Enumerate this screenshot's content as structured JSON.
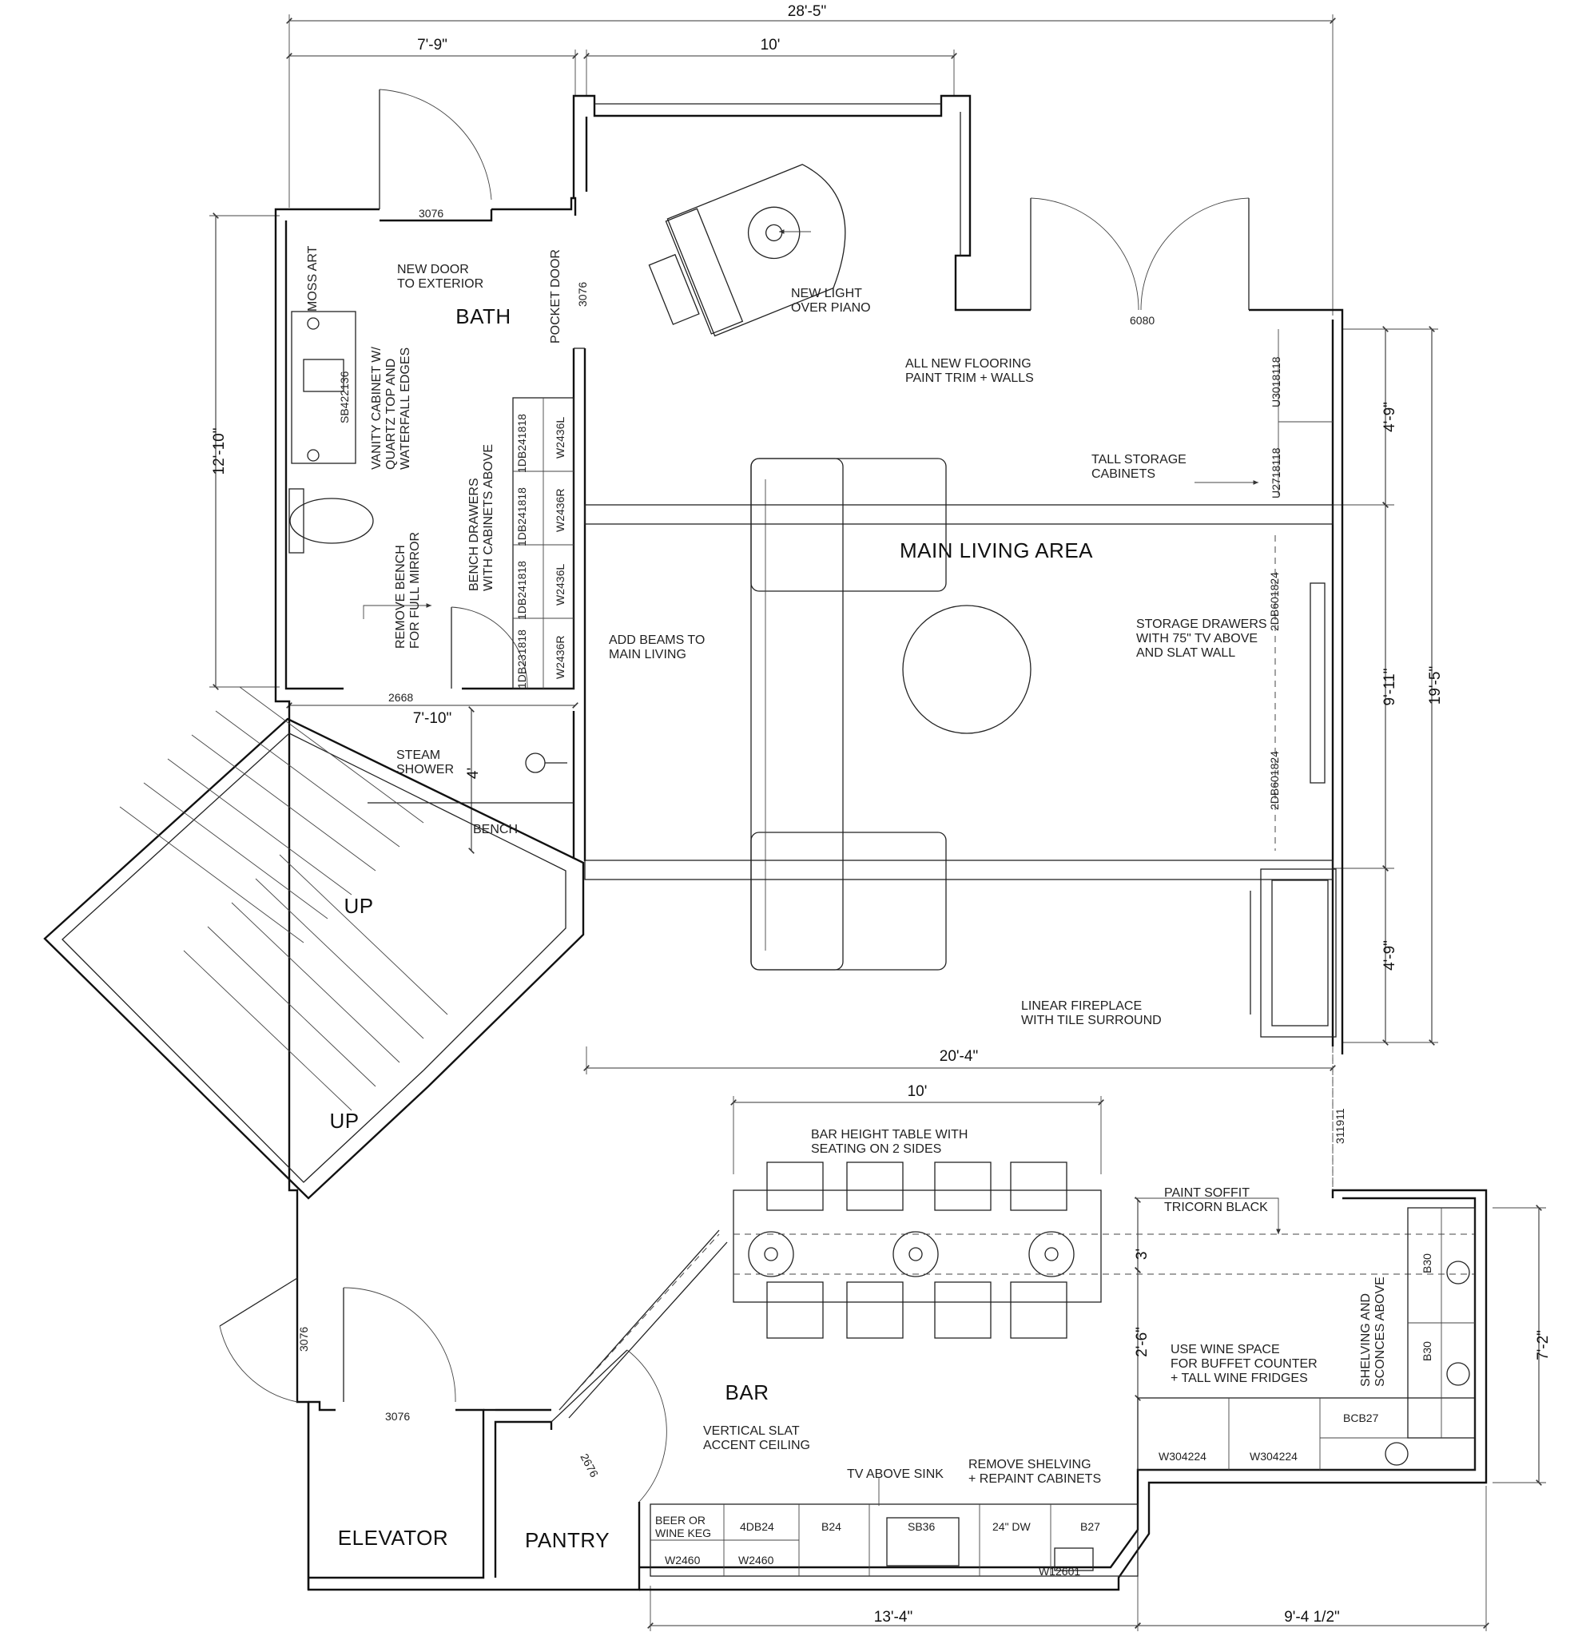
{
  "rooms": {
    "bath": "BATH",
    "main_living": "MAIN LIVING AREA",
    "bar": "BAR",
    "elevator": "ELEVATOR",
    "pantry": "PANTRY",
    "stair_up_1": "UP",
    "stair_up_2": "UP"
  },
  "notes": {
    "new_door_1": "NEW DOOR",
    "new_door_2": "TO EXTERIOR",
    "moss_art": "MOSS ART",
    "pocket_door": "POCKET DOOR",
    "new_light_1": "NEW LIGHT",
    "new_light_2": "OVER PIANO",
    "flooring_1": "ALL NEW FLOORING",
    "flooring_2": "PAINT TRIM + WALLS",
    "tall_storage_1": "TALL STORAGE",
    "tall_storage_2": "CABINETS",
    "vanity_1": "VANITY CABINET W/",
    "vanity_2": "QUARTZ TOP AND",
    "vanity_3": "WATERFALL EDGES",
    "bench_drawers_1": "BENCH DRAWERS",
    "bench_drawers_2": "WITH CABINETS ABOVE",
    "remove_bench_1": "REMOVE BENCH",
    "remove_bench_2": "FOR FULL MIRROR",
    "add_beams_1": "ADD BEAMS TO",
    "add_beams_2": "MAIN LIVING",
    "storage_drawers_1": "STORAGE DRAWERS",
    "storage_drawers_2": "WITH 75\" TV ABOVE",
    "storage_drawers_3": "AND SLAT WALL",
    "steam_1": "STEAM",
    "steam_2": "SHOWER",
    "bench": "BENCH",
    "fireplace_1": "LINEAR FIREPLACE",
    "fireplace_2": "WITH TILE SURROUND",
    "bar_table_1": "BAR HEIGHT TABLE WITH",
    "bar_table_2": "SEATING ON 2 SIDES",
    "soffit_1": "PAINT SOFFIT",
    "soffit_2": "TRICORN BLACK",
    "wine_1": "USE WINE SPACE",
    "wine_2": "FOR BUFFET COUNTER",
    "wine_3": "+ TALL WINE FRIDGES",
    "shelving_1": "SHELVING AND",
    "shelving_2": "SCONCES ABOVE",
    "slat_ceiling_1": "VERTICAL SLAT",
    "slat_ceiling_2": "ACCENT CEILING",
    "tv_sink": "TV ABOVE SINK",
    "remove_shelving_1": "REMOVE SHELVING",
    "remove_shelving_2": "+ REPAINT CABINETS"
  },
  "codes": {
    "door_bath_ext": "3076",
    "door_pocket": "3076",
    "door_6080": "6080",
    "door_2668": "2668",
    "sb_vanity": "SB422136",
    "u3018": "U3018118",
    "u2718": "U2718118",
    "db601824_a": "2DB601824",
    "db601824_b": "2DB601824",
    "db_bench_1": "1DB241818",
    "db_bench_2": "1DB241818",
    "db_bench_3": "1DB241818",
    "db_bench_4": "1DB231818",
    "w_bench_1": "W2436L",
    "w_bench_2": "W2436R",
    "w_bench_3": "W2436L",
    "w_bench_4": "W2436R",
    "c311911": "311911",
    "door_3076_left": "3076",
    "door_3076_elev": "3076",
    "door_2676": "2676",
    "b30_a": "B30",
    "b30_b": "B30",
    "bcb27": "BCB27",
    "w304224_a": "W304224",
    "w304224_b": "W304224",
    "beer_1": "BEER OR",
    "beer_2": "WINE KEG",
    "db24": "4DB24",
    "b24": "B24",
    "sb36": "SB36",
    "dw": "24\" DW",
    "b27": "B27",
    "w2460_a": "W2460",
    "w2460_b": "W2460",
    "w1260": "W12601"
  },
  "dimensions": {
    "overall_width": "28'-5\"",
    "bath_width": "7'-9\"",
    "bay_width": "10'",
    "bath_depth": "12'-10\"",
    "shower_width": "7'-10\"",
    "shower_depth": "4'",
    "right_top": "4'-9\"",
    "right_mid": "9'-11\"",
    "right_total": "19'-5\"",
    "right_bottom": "4'-9\"",
    "living_width": "20'-4\"",
    "table_width": "10'",
    "table_clear": "3'",
    "table_gap": "2'-6\"",
    "bar_height": "7'-2\"",
    "bar_left_width": "13'-4\"",
    "bar_right_width": "9'-4 1/2\""
  }
}
